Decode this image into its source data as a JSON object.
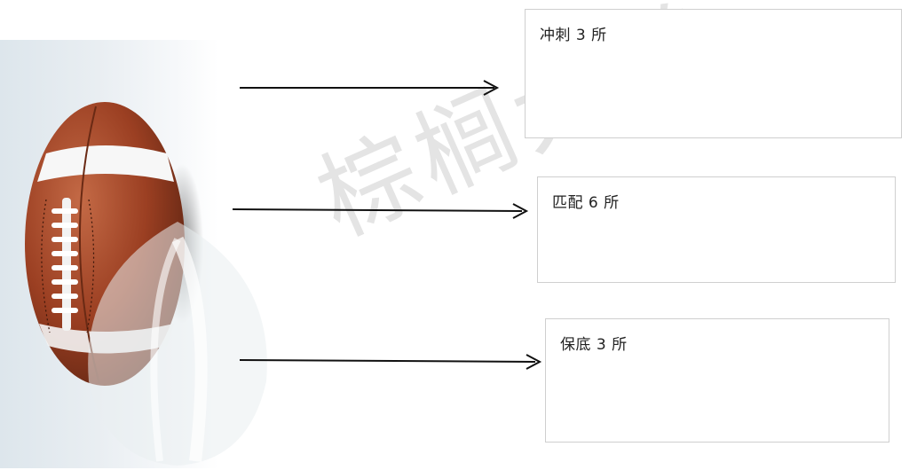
{
  "watermark": {
    "text": "棕榈大道"
  },
  "boxes": [
    {
      "label": "冲刺 3 所"
    },
    {
      "label": "匹配 6 所"
    },
    {
      "label": "保底 3 所"
    }
  ],
  "colors": {
    "ball": "#9b3f22",
    "stripe": "#ffffff",
    "arrow": "#111111",
    "box_border": "#cfcfcf"
  }
}
